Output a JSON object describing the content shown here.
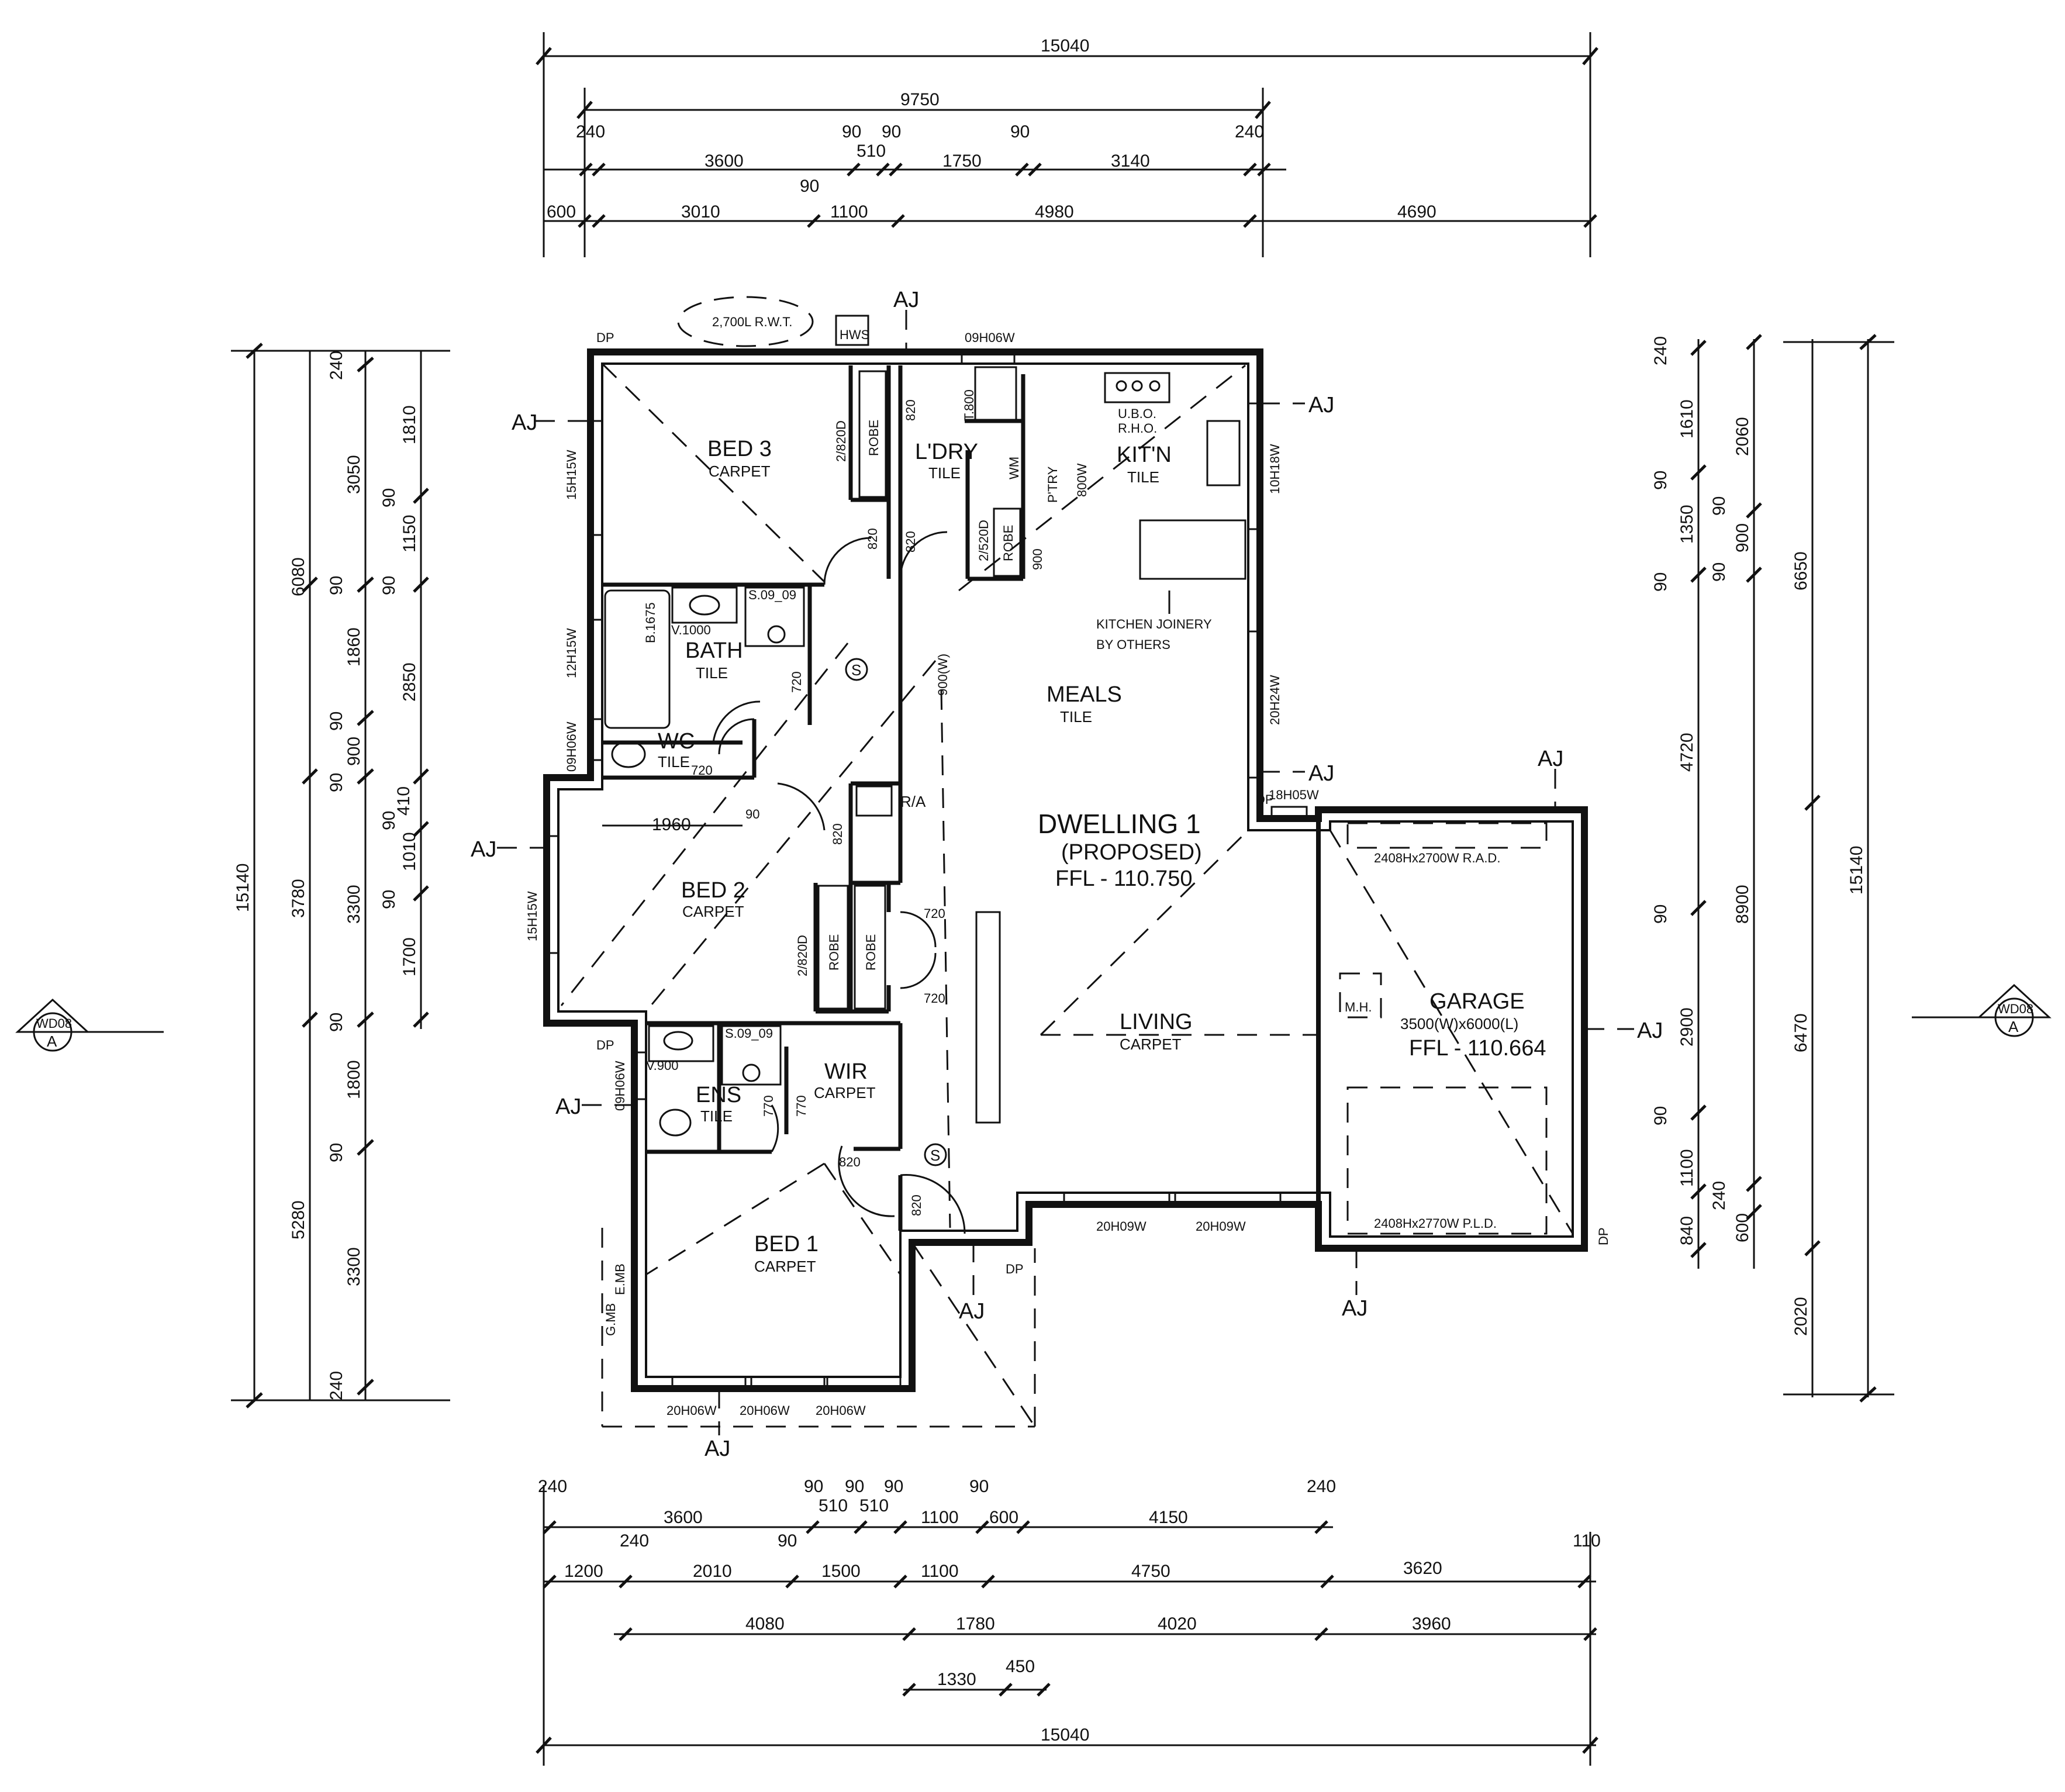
{
  "dims": {
    "top": {
      "r1": [
        "15040"
      ],
      "r2": [
        "9750"
      ],
      "r3": [
        "240",
        "3600",
        "90",
        "510",
        "90",
        "1750",
        "90",
        "3140",
        "240"
      ],
      "r4": [
        "600",
        "3010",
        "90",
        "1100",
        "4980",
        "4690"
      ]
    },
    "bottom": {
      "r1": [
        "240",
        "3600",
        "90",
        "510",
        "90",
        "510",
        "90",
        "1100",
        "90",
        "600",
        "4150",
        "240"
      ],
      "r2": [
        "1200",
        "240",
        "2010",
        "90",
        "1500",
        "1100",
        "4750",
        "3620",
        "110"
      ],
      "r3": [
        "4080",
        "1780",
        "4020",
        "3960"
      ],
      "r4": [
        "1330",
        "450"
      ],
      "r5": [
        "15040"
      ]
    },
    "left": {
      "outer": [
        "15140"
      ],
      "mid": [
        "6080",
        "3780",
        "5280"
      ],
      "inner": [
        "240",
        "3050",
        "90",
        "1860",
        "90",
        "900",
        "90",
        "3300",
        "90",
        "1800",
        "90",
        "3300",
        "240"
      ],
      "innermost": [
        "1810",
        "90",
        "1150",
        "90",
        "2850",
        "410",
        "90",
        "1010",
        "90",
        "1700"
      ]
    },
    "right": {
      "outer": [
        "15140"
      ],
      "mid": [
        "6650",
        "6470",
        "2020"
      ],
      "inner": [
        "2060",
        "90",
        "900",
        "90",
        "8900",
        "240",
        "600"
      ],
      "innermost": [
        "240",
        "1610",
        "90",
        "1350",
        "90",
        "4720",
        "90",
        "2900",
        "90",
        "1100",
        "840"
      ]
    }
  },
  "rooms": {
    "bed3": {
      "name": "BED 3",
      "finish": "CARPET"
    },
    "laundry": {
      "name": "L'DRY",
      "finish": "TILE"
    },
    "kitchen": {
      "name": "KIT'N",
      "finish": "TILE"
    },
    "bath": {
      "name": "BATH",
      "finish": "TILE"
    },
    "wc": {
      "name": "WC",
      "finish": "TILE"
    },
    "meals": {
      "name": "MEALS",
      "finish": "TILE"
    },
    "bed2": {
      "name": "BED 2",
      "finish": "CARPET"
    },
    "dwelling": {
      "title": "DWELLING 1",
      "status": "(PROPOSED)",
      "ffl": "FFL - 110.750"
    },
    "living": {
      "name": "LIVING",
      "finish": "CARPET"
    },
    "ens": {
      "name": "ENS",
      "finish": "TILE"
    },
    "wir": {
      "name": "WIR",
      "finish": "CARPET"
    },
    "bed1": {
      "name": "BED 1",
      "finish": "CARPET"
    },
    "garage": {
      "name": "GARAGE",
      "size": "3500(W)x6000(L)",
      "ffl": "FFL - 110.664"
    }
  },
  "labels": {
    "rwt": "2,700L R.W.T.",
    "hws": "HWS",
    "dp": "DP",
    "aj": "AJ",
    "robe": "ROBE",
    "door_2_820d": "2/820D",
    "door_2_520d": "2/520D",
    "ubo": "U.B.O.",
    "rho": "R.H.O.",
    "ptry": "P'TRY",
    "ww": "WM",
    "t800": "T.800",
    "kitchen_note_1": "KITCHEN JOINERY",
    "kitchen_note_2": "BY OTHERS",
    "b1675": "B.1675",
    "v1000": "V.1000",
    "v900": "V.900",
    "s0909": "S.09_09",
    "s_symbol": "S",
    "ra": "R/A",
    "mh": "M.H.",
    "emb": "E.MB",
    "gmb": "G.MB",
    "rad": "2408Hx2700W R.A.D.",
    "pld": "2408Hx2770W P.L.D.",
    "d720": "720",
    "d820": "820",
    "d770": "770",
    "d800": "800W",
    "d900w": "900(W)",
    "d1960": "1960",
    "d90": "90",
    "d900": "900"
  },
  "windows": {
    "w09h06w": "09H06W",
    "w15h15w": "15H15W",
    "w12h15w": "12H15W",
    "w10h18w": "10H18W",
    "w20h24w": "20H24W",
    "w18h05w": "18H05W",
    "w20h09w": "20H09W",
    "w20h06w": "20H06W"
  },
  "section_marker": {
    "ref": "WD08",
    "letter": "A"
  }
}
